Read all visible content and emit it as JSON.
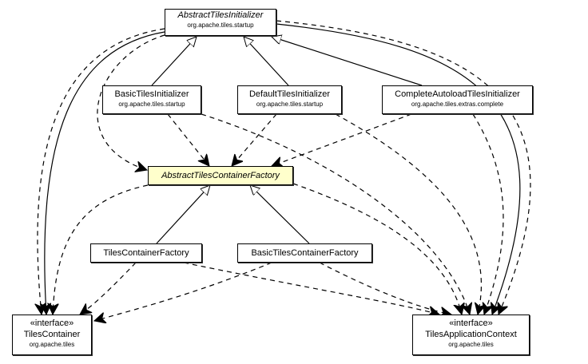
{
  "diagram": {
    "type": "uml-class-diagram",
    "classes": [
      {
        "id": "abstract-tiles-initializer",
        "name": "AbstractTilesInitializer",
        "package": "org.apache.tiles.startup",
        "stereotype": "",
        "abstract": true,
        "highlighted": false
      },
      {
        "id": "basic-tiles-initializer",
        "name": "BasicTilesInitializer",
        "package": "org.apache.tiles.startup",
        "stereotype": "",
        "abstract": false,
        "highlighted": false
      },
      {
        "id": "default-tiles-initializer",
        "name": "DefaultTilesInitializer",
        "package": "org.apache.tiles.startup",
        "stereotype": "",
        "abstract": false,
        "highlighted": false
      },
      {
        "id": "complete-autoload-tiles-initializer",
        "name": "CompleteAutoloadTilesInitializer",
        "package": "org.apache.tiles.extras.complete",
        "stereotype": "",
        "abstract": false,
        "highlighted": false
      },
      {
        "id": "abstract-tiles-container-factory",
        "name": "AbstractTilesContainerFactory",
        "package": "",
        "stereotype": "",
        "abstract": true,
        "highlighted": true
      },
      {
        "id": "tiles-container-factory",
        "name": "TilesContainerFactory",
        "package": "",
        "stereotype": "",
        "abstract": false,
        "highlighted": false
      },
      {
        "id": "basic-tiles-container-factory",
        "name": "BasicTilesContainerFactory",
        "package": "",
        "stereotype": "",
        "abstract": false,
        "highlighted": false
      },
      {
        "id": "tiles-container",
        "name": "TilesContainer",
        "package": "org.apache.tiles",
        "stereotype": "«interface»",
        "abstract": false,
        "highlighted": false
      },
      {
        "id": "tiles-application-context",
        "name": "TilesApplicationContext",
        "package": "org.apache.tiles",
        "stereotype": "«interface»",
        "abstract": false,
        "highlighted": false
      }
    ],
    "relations": [
      {
        "from": "basic-tiles-initializer",
        "to": "abstract-tiles-initializer",
        "kind": "generalization"
      },
      {
        "from": "default-tiles-initializer",
        "to": "abstract-tiles-initializer",
        "kind": "generalization"
      },
      {
        "from": "complete-autoload-tiles-initializer",
        "to": "abstract-tiles-initializer",
        "kind": "generalization"
      },
      {
        "from": "tiles-container-factory",
        "to": "abstract-tiles-container-factory",
        "kind": "generalization"
      },
      {
        "from": "basic-tiles-container-factory",
        "to": "abstract-tiles-container-factory",
        "kind": "generalization"
      },
      {
        "from": "abstract-tiles-initializer",
        "to": "tiles-container",
        "kind": "association"
      },
      {
        "from": "abstract-tiles-initializer",
        "to": "tiles-container",
        "kind": "dependency"
      },
      {
        "from": "abstract-tiles-initializer",
        "to": "abstract-tiles-container-factory",
        "kind": "dependency"
      },
      {
        "from": "abstract-tiles-initializer",
        "to": "tiles-application-context",
        "kind": "association"
      },
      {
        "from": "abstract-tiles-initializer",
        "to": "tiles-application-context",
        "kind": "dependency"
      },
      {
        "from": "basic-tiles-initializer",
        "to": "abstract-tiles-container-factory",
        "kind": "dependency"
      },
      {
        "from": "basic-tiles-initializer",
        "to": "tiles-application-context",
        "kind": "dependency"
      },
      {
        "from": "default-tiles-initializer",
        "to": "abstract-tiles-container-factory",
        "kind": "dependency"
      },
      {
        "from": "default-tiles-initializer",
        "to": "tiles-application-context",
        "kind": "dependency"
      },
      {
        "from": "complete-autoload-tiles-initializer",
        "to": "abstract-tiles-container-factory",
        "kind": "dependency"
      },
      {
        "from": "complete-autoload-tiles-initializer",
        "to": "tiles-application-context",
        "kind": "dependency"
      },
      {
        "from": "abstract-tiles-container-factory",
        "to": "tiles-container",
        "kind": "dependency"
      },
      {
        "from": "abstract-tiles-container-factory",
        "to": "tiles-application-context",
        "kind": "dependency"
      },
      {
        "from": "tiles-container-factory",
        "to": "tiles-container",
        "kind": "dependency"
      },
      {
        "from": "tiles-container-factory",
        "to": "tiles-application-context",
        "kind": "dependency"
      },
      {
        "from": "basic-tiles-container-factory",
        "to": "tiles-container",
        "kind": "dependency"
      },
      {
        "from": "basic-tiles-container-factory",
        "to": "tiles-application-context",
        "kind": "dependency"
      }
    ]
  },
  "colors": {
    "highlight_fill": "#ffffcc",
    "line": "#000000"
  }
}
